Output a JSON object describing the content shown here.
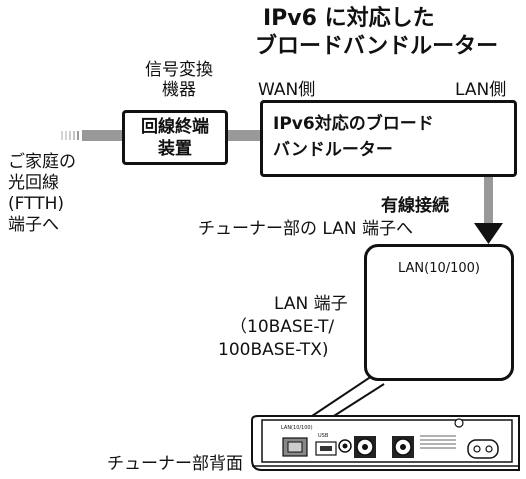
{
  "title": {
    "line1": "IPv6 に対応した",
    "line2": "ブロードバンドルーター"
  },
  "converter_label": {
    "line1": "信号変換",
    "line2": "機器"
  },
  "wan_label": "WAN側",
  "lan_label": "LAN側",
  "onu_box": {
    "line1": "回線終端",
    "line2": "装置"
  },
  "router_box": {
    "line1": "IPv6対応のブロード",
    "line2": "バンドルーター"
  },
  "home_line": {
    "line1": "ご家庭の",
    "line2": "光回線",
    "line3": "(FTTH)",
    "line4": "端子へ"
  },
  "wired": "有線接続",
  "to_tuner_lan": "チューナー部の LAN 端子へ",
  "lan_port_label": "LAN(10/100)",
  "lan_terminal": {
    "line1": "LAN 端子",
    "line2": "（10BASE-T/",
    "line3": "100BASE-TX)"
  },
  "tuner_back": "チューナー部背面",
  "panel_tiny": {
    "lan": "LAN(10/100)",
    "usb": "USB"
  }
}
